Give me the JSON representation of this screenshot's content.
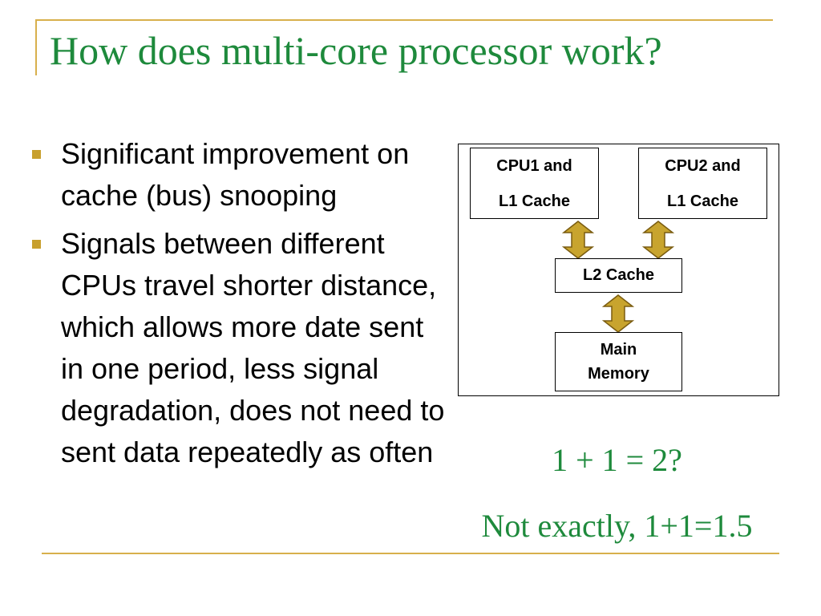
{
  "slide": {
    "title": "How does multi-core processor work?",
    "bullets": [
      "Significant improvement on cache (bus) snooping",
      "Signals between different CPUs travel shorter distance, which allows more date sent in one period, less signal degradation, does not need to sent data repeatedly as often"
    ],
    "equation": "1 + 1 = 2?",
    "conclusion": "Not exactly, 1+1=1.5"
  },
  "diagram": {
    "cpu1": {
      "line1": "CPU1 and",
      "line2": "L1 Cache"
    },
    "cpu2": {
      "line1": "CPU2 and",
      "line2": "L1 Cache"
    },
    "l2": "L2 Cache",
    "memory": {
      "line1": "Main",
      "line2": "Memory"
    }
  },
  "colors": {
    "title": "#1e8a3c",
    "accent": "#d8b04c",
    "arrow_fill": "#c8a42e",
    "arrow_stroke": "#7a5c10"
  },
  "icons": {
    "bullet": "square-bullet-icon",
    "arrow": "double-arrow-icon"
  }
}
